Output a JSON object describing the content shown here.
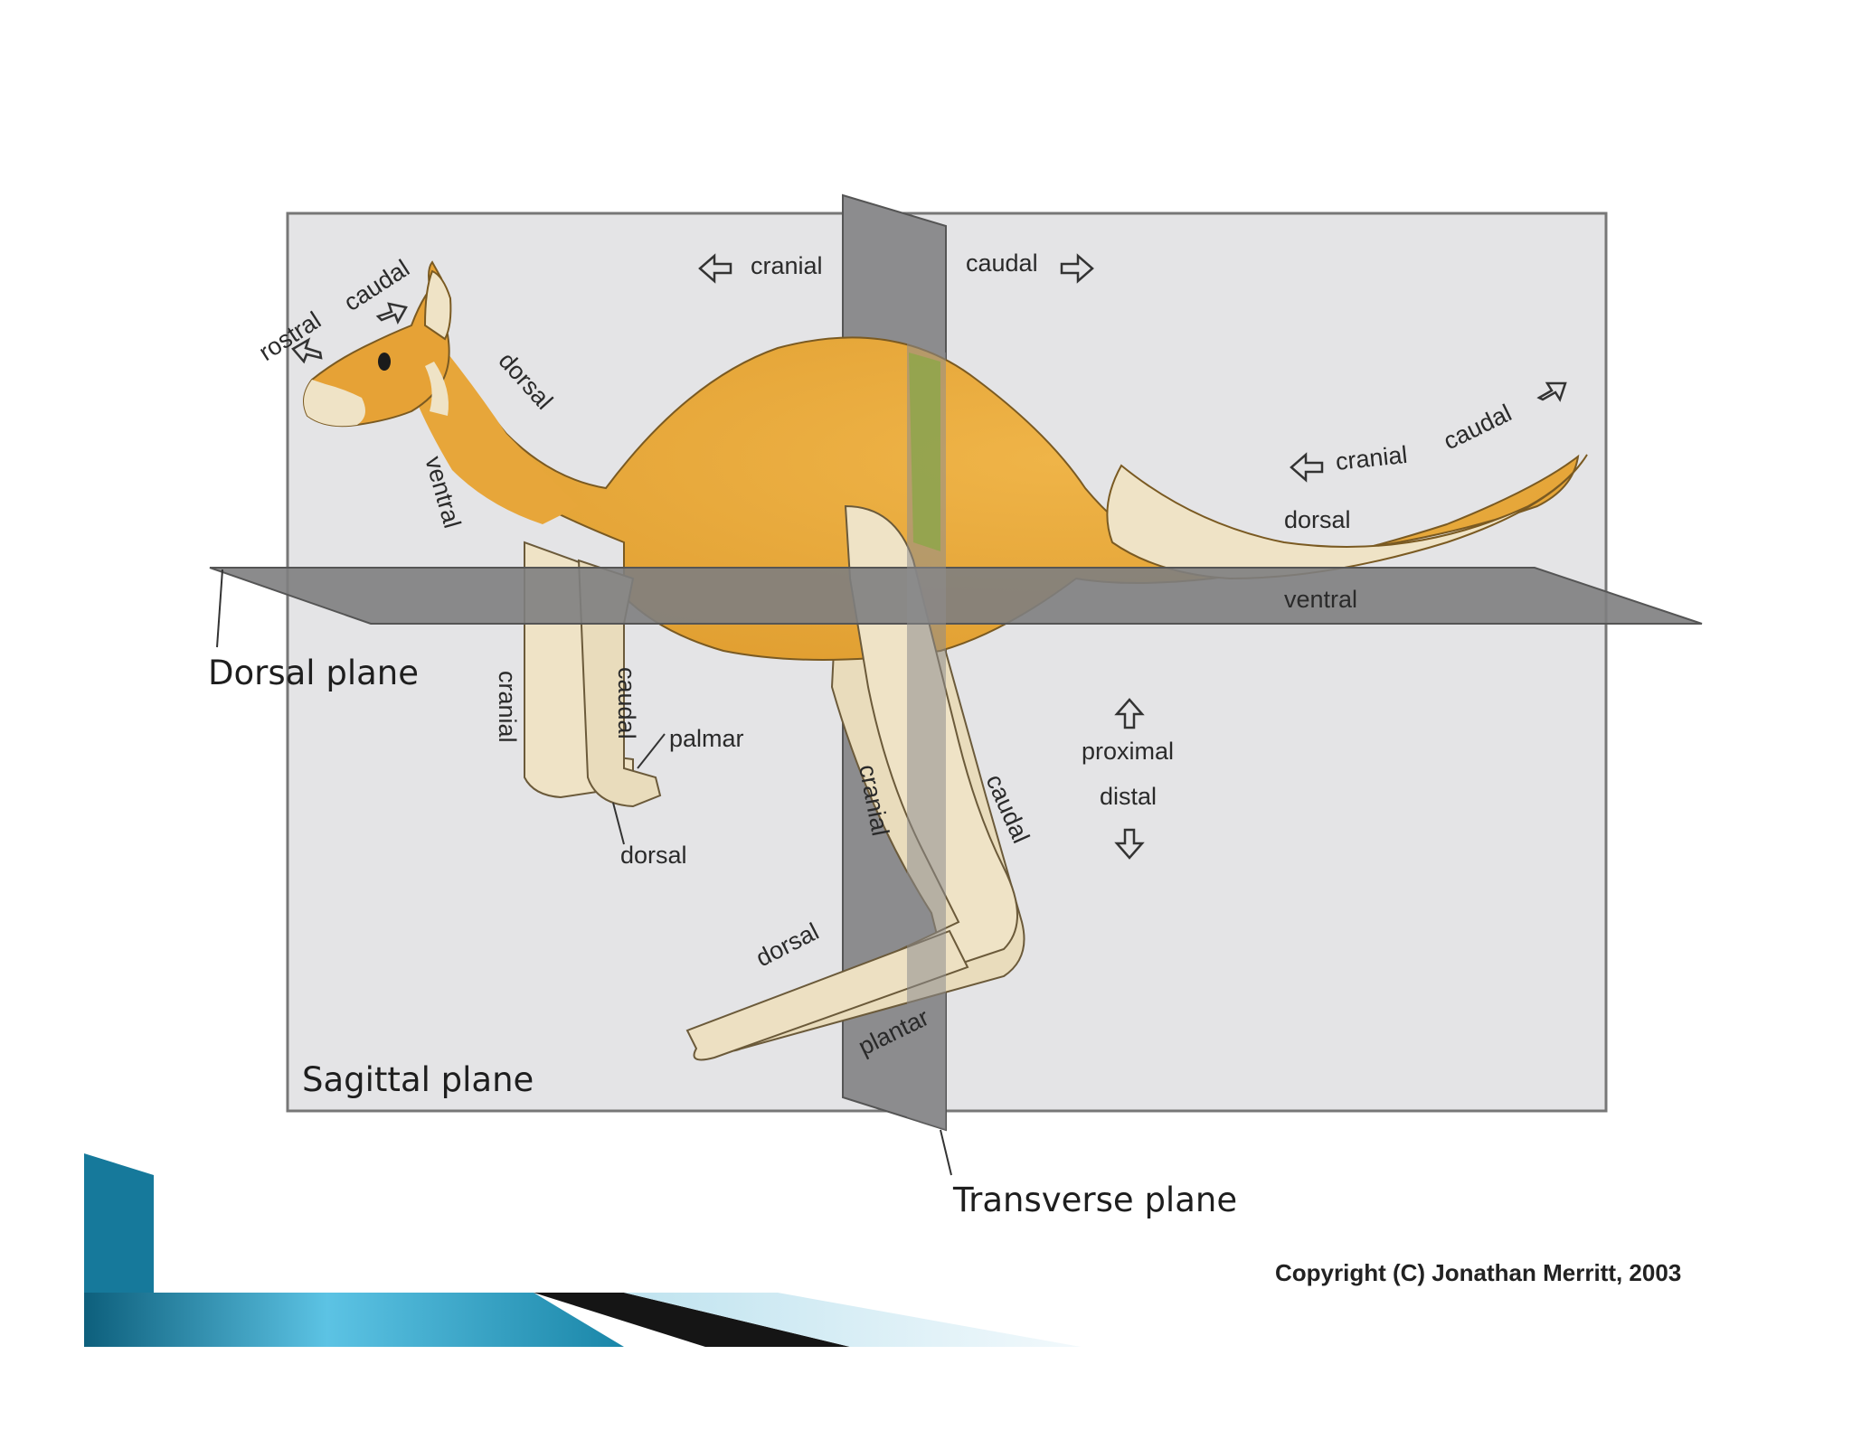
{
  "planes": {
    "dorsal": "Dorsal plane",
    "sagittal": "Sagittal plane",
    "transverse": "Transverse plane"
  },
  "labels": {
    "rostral": "rostral",
    "head_caudal": "caudal",
    "top_cranial": "cranial",
    "top_caudal": "caudal",
    "neck_dorsal": "dorsal",
    "neck_ventral": "ventral",
    "tail_cranial": "cranial",
    "tail_caudal": "caudal",
    "tail_dorsal": "dorsal",
    "tail_ventral": "ventral",
    "forelimb_cranial": "cranial",
    "forelimb_caudal": "caudal",
    "palmar": "palmar",
    "paw_dorsal": "dorsal",
    "hindlimb_cranial": "cranial",
    "hindlimb_caudal": "caudal",
    "proximal": "proximal",
    "distal": "distal",
    "foot_dorsal": "dorsal",
    "plantar": "plantar"
  },
  "copyright": "Copyright (C) Jonathan Merritt, 2003",
  "colors": {
    "body": "#E8A93A",
    "pale": "#EFE3C6",
    "plane_dark": "#8A8A8C",
    "sagittal_fill": "#E4E4E6",
    "accent_teal": "#1F8FAE"
  }
}
